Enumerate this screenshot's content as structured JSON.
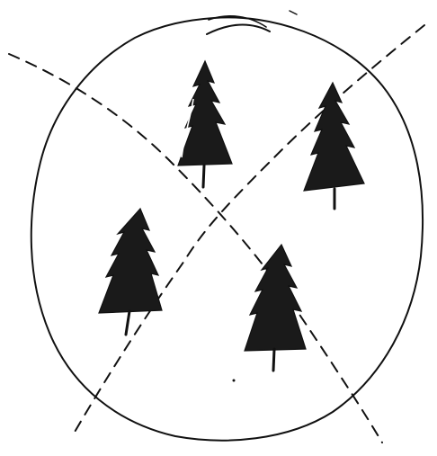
{
  "diagram": {
    "ink_color": "#111111",
    "background": "#ffffff",
    "circle": {
      "name": "circle-boundary",
      "style": "solid-hand-drawn"
    },
    "dividers": [
      {
        "name": "dashed-line-left-to-bottom-right",
        "style": "dashed"
      },
      {
        "name": "dashed-line-top-right-to-bottom-left",
        "style": "dashed"
      }
    ],
    "trees": [
      {
        "name": "tree-top-center",
        "quadrant": "top"
      },
      {
        "name": "tree-top-right",
        "quadrant": "right"
      },
      {
        "name": "tree-bottom-left",
        "quadrant": "left"
      },
      {
        "name": "tree-bottom-right",
        "quadrant": "bottom"
      }
    ],
    "tree_count": 4,
    "section_count": 4
  }
}
